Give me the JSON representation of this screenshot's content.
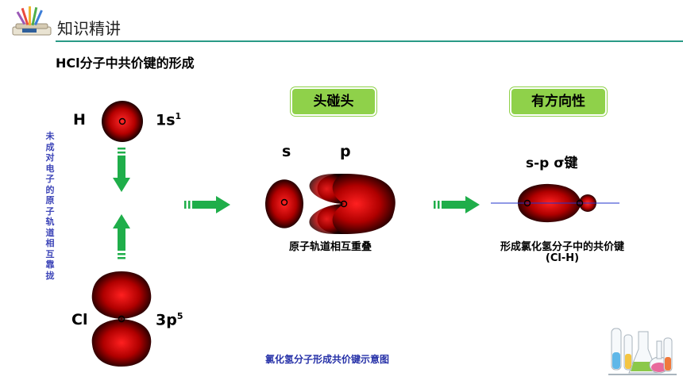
{
  "header": {
    "title": "知识精讲",
    "logo_icon": "books-pencils-icon"
  },
  "slide": {
    "title": "HCl分子中共价键的形成",
    "side_text": "未成对电子的原子轨道相互靠拢",
    "h_label": "H",
    "h_orbital": "1s",
    "h_orbital_sup": "1",
    "cl_label": "Cl",
    "cl_orbital": "3p",
    "cl_orbital_sup": "5",
    "badge1": "头碰头",
    "badge2": "有方向性",
    "s_label": "s",
    "p_label": "p",
    "overlap_caption": "原子轨道相互重叠",
    "bond_label": "s-p σ键",
    "result_caption": "形成氯化氢分子中的共价键",
    "result_formula": "(Cl-H)",
    "footer_caption": "氯化氢分子形成共价键示意图",
    "corner_icon": "lab-flasks-icon"
  },
  "colors": {
    "arrow": "#1fae4a",
    "badge": "#8fd14a",
    "accent": "#2a9a86",
    "side_text": "#3d45b8"
  }
}
